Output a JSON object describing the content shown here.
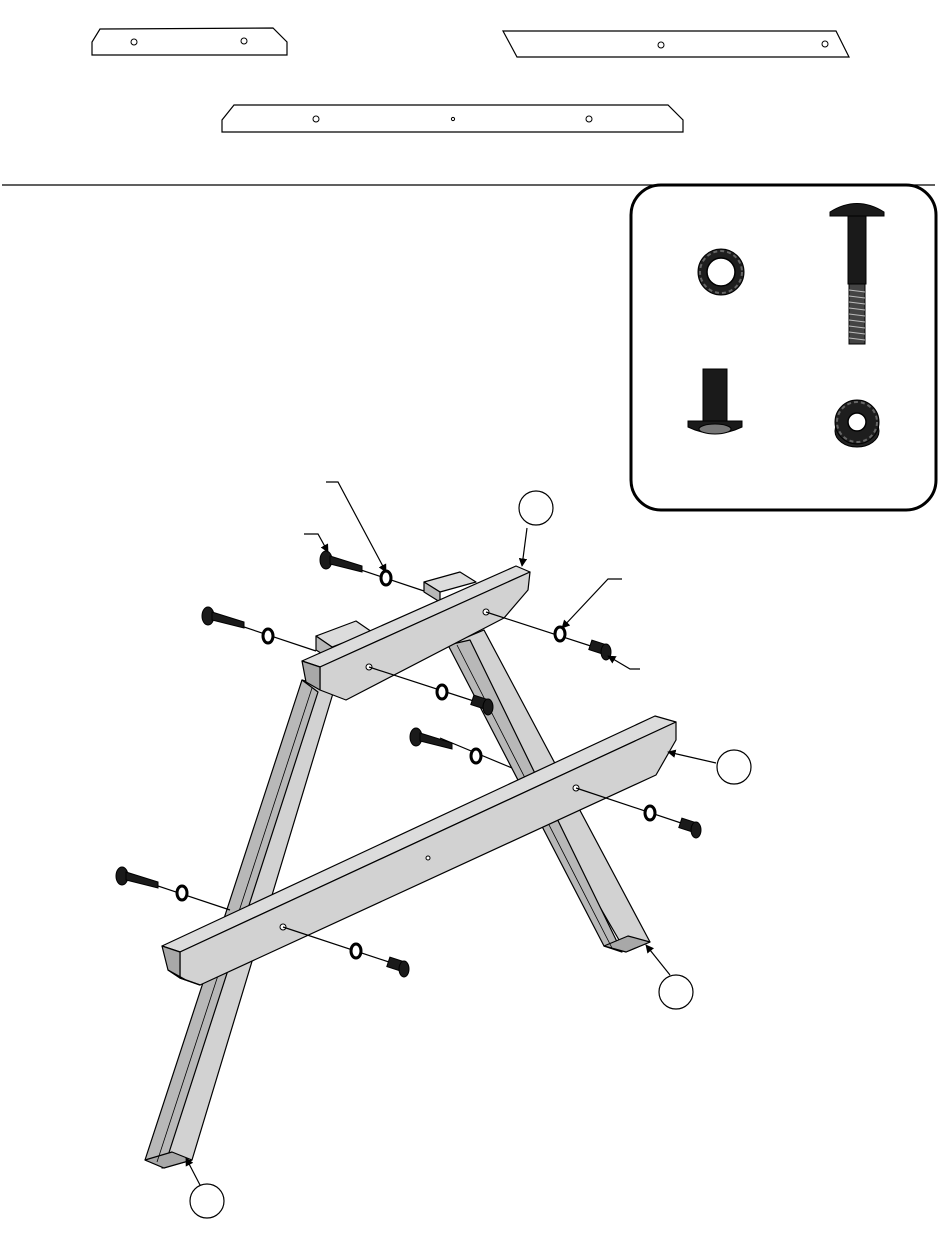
{
  "diagram": {
    "callout_labels": [],
    "hardware_panel": {
      "items": [
        "lock-washer",
        "carriage-bolt",
        "sleeve-nut",
        "lock-nut"
      ]
    },
    "parts": [
      "short-brace",
      "long-brace",
      "cross-brace",
      "leg-left",
      "leg-right",
      "seat-support-top",
      "seat-support-bottom"
    ]
  }
}
